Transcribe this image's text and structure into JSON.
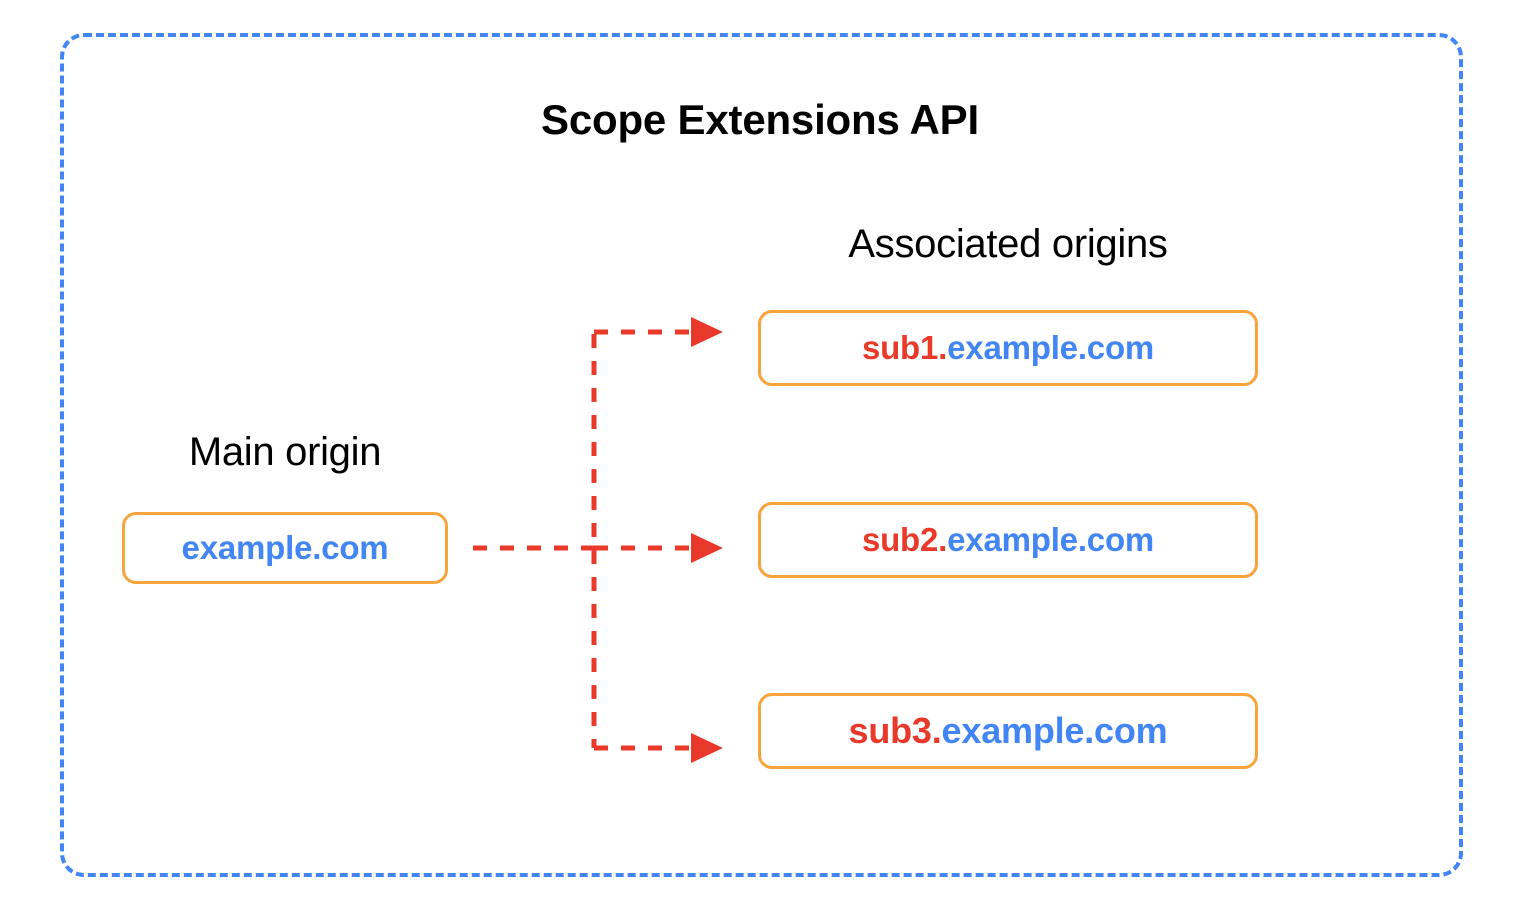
{
  "diagram": {
    "title": "Scope Extensions API",
    "frame": {
      "style": "dashed",
      "color": "#4285F4"
    },
    "main_origin": {
      "label": "Main origin",
      "box": {
        "prefix": "",
        "domain": "example.com",
        "full_text": "example.com",
        "border_color": "#F9A33C",
        "text_color": "#4285F4"
      }
    },
    "associated_origins": {
      "label": "Associated origins",
      "boxes": [
        {
          "prefix": "sub1.",
          "domain": "example.com",
          "full_text": "sub1.example.com",
          "border_color": "#F9A33C",
          "prefix_color": "#E8392B",
          "domain_color": "#4285F4"
        },
        {
          "prefix": "sub2.",
          "domain": "example.com",
          "full_text": "sub2.example.com",
          "border_color": "#F9A33C",
          "prefix_color": "#E8392B",
          "domain_color": "#4285F4"
        },
        {
          "prefix": "sub3.",
          "domain": "example.com",
          "full_text": "sub3.example.com",
          "border_color": "#F9A33C",
          "prefix_color": "#E8392B",
          "domain_color": "#4285F4"
        }
      ]
    },
    "connectors": {
      "style": "dashed",
      "color": "#E8392B",
      "arrowhead": "solid-triangle",
      "count": 3,
      "description": "Main origin branches to each associated origin"
    }
  }
}
